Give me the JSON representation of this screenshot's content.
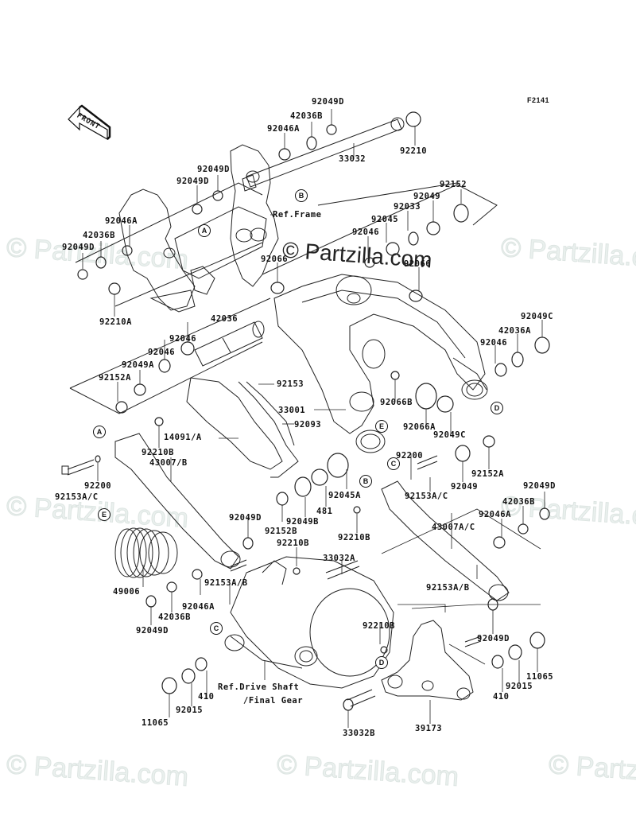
{
  "diagram": {
    "figure_code": "F2141",
    "front_arrow_label": "FRONT",
    "watermark": "© Partzilla.com",
    "center_watermark": "© Partzilla.com",
    "references": [
      {
        "text": "Ref.Frame"
      },
      {
        "text": "Ref.Drive Shaft"
      },
      {
        "text": "/Final Gear"
      }
    ],
    "callout_letters": [
      "A",
      "B",
      "C",
      "D",
      "E"
    ],
    "parts": [
      {
        "id": "p1",
        "number": "92049D"
      },
      {
        "id": "p2",
        "number": "42036B"
      },
      {
        "id": "p3",
        "number": "92046A"
      },
      {
        "id": "p4",
        "number": "92210"
      },
      {
        "id": "p5",
        "number": "33032"
      },
      {
        "id": "p6",
        "number": "92049D"
      },
      {
        "id": "p7",
        "number": "92049D"
      },
      {
        "id": "p8",
        "number": "92152"
      },
      {
        "id": "p9",
        "number": "92049"
      },
      {
        "id": "p10",
        "number": "92033"
      },
      {
        "id": "p11",
        "number": "92045"
      },
      {
        "id": "p12",
        "number": "92046"
      },
      {
        "id": "p13",
        "number": "92046A"
      },
      {
        "id": "p14",
        "number": "42036B"
      },
      {
        "id": "p15",
        "number": "92049D"
      },
      {
        "id": "p16",
        "number": "92066"
      },
      {
        "id": "p17",
        "number": "92066"
      },
      {
        "id": "p18",
        "number": "92210A"
      },
      {
        "id": "p19",
        "number": "42036"
      },
      {
        "id": "p20",
        "number": "92049C"
      },
      {
        "id": "p21",
        "number": "42036A"
      },
      {
        "id": "p22",
        "number": "92046"
      },
      {
        "id": "p23",
        "number": "92046"
      },
      {
        "id": "p24",
        "number": "92046"
      },
      {
        "id": "p25",
        "number": "92049A"
      },
      {
        "id": "p26",
        "number": "92152A"
      },
      {
        "id": "p27",
        "number": "92153"
      },
      {
        "id": "p28",
        "number": "92066B"
      },
      {
        "id": "p29",
        "number": "33001"
      },
      {
        "id": "p30",
        "number": "14091/A"
      },
      {
        "id": "p31",
        "number": "92093"
      },
      {
        "id": "p32",
        "number": "92066A"
      },
      {
        "id": "p33",
        "number": "92049C"
      },
      {
        "id": "p34",
        "number": "92210B"
      },
      {
        "id": "p35",
        "number": "43007/B"
      },
      {
        "id": "p36",
        "number": "92200"
      },
      {
        "id": "p37",
        "number": "92152A"
      },
      {
        "id": "p38",
        "number": "92200"
      },
      {
        "id": "p39",
        "number": "92153A/C"
      },
      {
        "id": "p40",
        "number": "92049"
      },
      {
        "id": "p41",
        "number": "92045A"
      },
      {
        "id": "p42",
        "number": "92153A/C"
      },
      {
        "id": "p43",
        "number": "481"
      },
      {
        "id": "p44",
        "number": "92049B"
      },
      {
        "id": "p45",
        "number": "92152B"
      },
      {
        "id": "p46",
        "number": "92049D"
      },
      {
        "id": "p47",
        "number": "92210B"
      },
      {
        "id": "p48",
        "number": "92049D"
      },
      {
        "id": "p49",
        "number": "42036B"
      },
      {
        "id": "p50",
        "number": "92046A"
      },
      {
        "id": "p51",
        "number": "43007A/C"
      },
      {
        "id": "p52",
        "number": "92210B"
      },
      {
        "id": "p53",
        "number": "33032A"
      },
      {
        "id": "p54",
        "number": "49006"
      },
      {
        "id": "p55",
        "number": "92153A/B"
      },
      {
        "id": "p56",
        "number": "92046A"
      },
      {
        "id": "p57",
        "number": "42036B"
      },
      {
        "id": "p58",
        "number": "92049D"
      },
      {
        "id": "p59",
        "number": "92153A/B"
      },
      {
        "id": "p60",
        "number": "92210B"
      },
      {
        "id": "p61",
        "number": "92049D"
      },
      {
        "id": "p62",
        "number": "11065"
      },
      {
        "id": "p63",
        "number": "410"
      },
      {
        "id": "p64",
        "number": "92015"
      },
      {
        "id": "p65",
        "number": "410"
      },
      {
        "id": "p66",
        "number": "92015"
      },
      {
        "id": "p67",
        "number": "11065"
      },
      {
        "id": "p68",
        "number": "33032B"
      },
      {
        "id": "p69",
        "number": "39173"
      }
    ]
  }
}
